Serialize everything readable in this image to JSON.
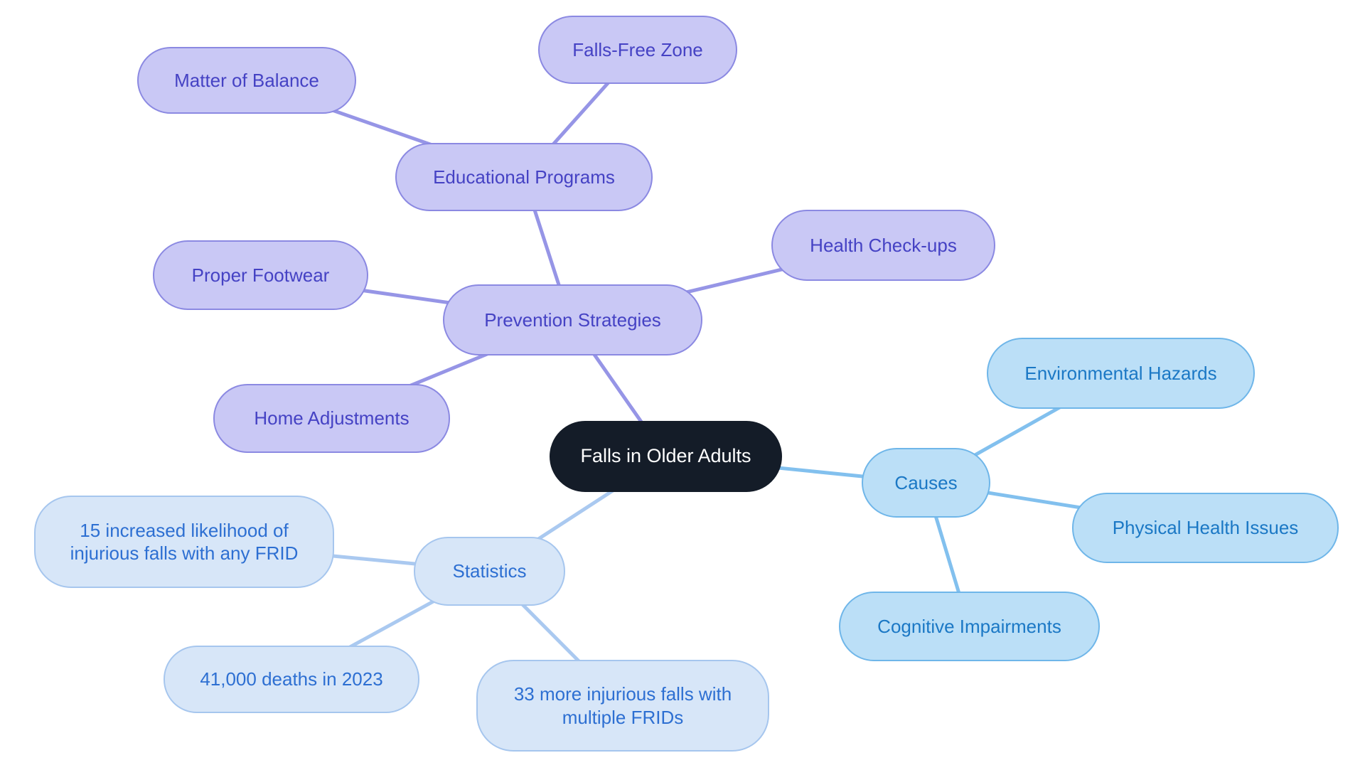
{
  "colors": {
    "background": "#ffffff",
    "root_fill": "#141c28",
    "root_text": "#ffffff",
    "prevention_branch": {
      "fill": "#c9c8f5",
      "border": "#8b89e2",
      "text": "#4542c4",
      "edge": "#9695e6"
    },
    "causes_branch": {
      "fill": "#bbdff7",
      "border": "#6fb6e9",
      "text": "#1b78c5",
      "edge": "#82c0ee"
    },
    "statistics_branch": {
      "fill": "#d7e6f8",
      "border": "#a6c6ee",
      "text": "#2d6fd2",
      "edge": "#aac9f0"
    }
  },
  "mindmap": {
    "root": {
      "label": "Falls in Older Adults"
    },
    "branches": [
      {
        "label": "Prevention Strategies",
        "children": [
          {
            "label": "Educational Programs",
            "children": [
              {
                "label": "Matter of Balance"
              },
              {
                "label": "Falls-Free Zone"
              }
            ]
          },
          {
            "label": "Proper Footwear"
          },
          {
            "label": "Health Check-ups"
          },
          {
            "label": "Home Adjustments"
          }
        ]
      },
      {
        "label": "Causes",
        "children": [
          {
            "label": "Environmental Hazards"
          },
          {
            "label": "Physical Health Issues"
          },
          {
            "label": "Cognitive Impairments"
          }
        ]
      },
      {
        "label": "Statistics",
        "children": [
          {
            "label": "15 increased likelihood of injurious falls with any FRID"
          },
          {
            "label": "41,000 deaths in 2023"
          },
          {
            "label": "33 more injurious falls with multiple FRIDs"
          }
        ]
      }
    ]
  }
}
